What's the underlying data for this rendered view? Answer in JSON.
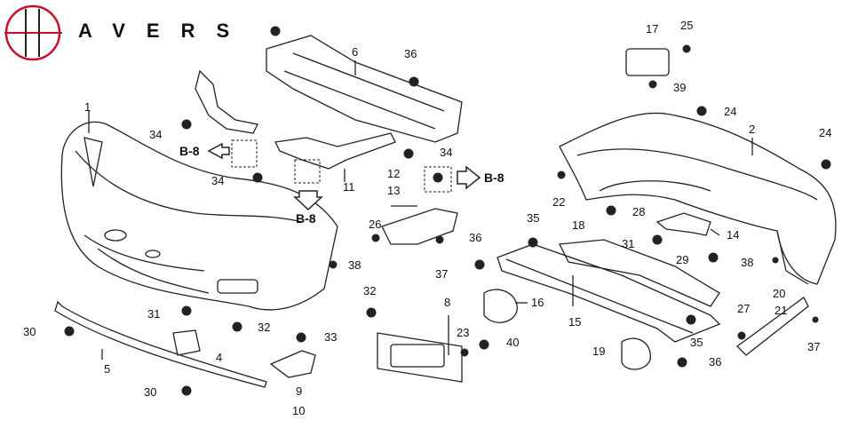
{
  "brand": {
    "name": "AVERS",
    "accent": "#c8102e"
  },
  "labels": {
    "p1": "1",
    "p2": "2",
    "p4": "4",
    "p5": "5",
    "p6": "6",
    "p8": "8",
    "p9": "9",
    "p10": "10",
    "p11": "11",
    "p12": "12",
    "p13": "13",
    "p14": "14",
    "p15": "15",
    "p16": "16",
    "p17": "17",
    "p18": "18",
    "p19": "19",
    "p20": "20",
    "p21": "21",
    "p22": "22",
    "p23": "23",
    "p24a": "24",
    "p24b": "24",
    "p25": "25",
    "p26": "26",
    "p27": "27",
    "p28": "28",
    "p29": "29",
    "p30a": "30",
    "p30b": "30",
    "p31a": "31",
    "p31b": "31",
    "p32a": "32",
    "p32b": "32",
    "p33": "33",
    "p34a": "34",
    "p34b": "34",
    "p34c": "34",
    "p35a": "35",
    "p35b": "35",
    "p36a": "36",
    "p36b": "36",
    "p36c": "36",
    "p37a": "37",
    "p37b": "37",
    "p38a": "38",
    "p38b": "38",
    "p39": "39",
    "p40": "40"
  },
  "refs": {
    "b8_left": "B-8",
    "b8_down": "B-8",
    "b8_right": "B-8"
  }
}
